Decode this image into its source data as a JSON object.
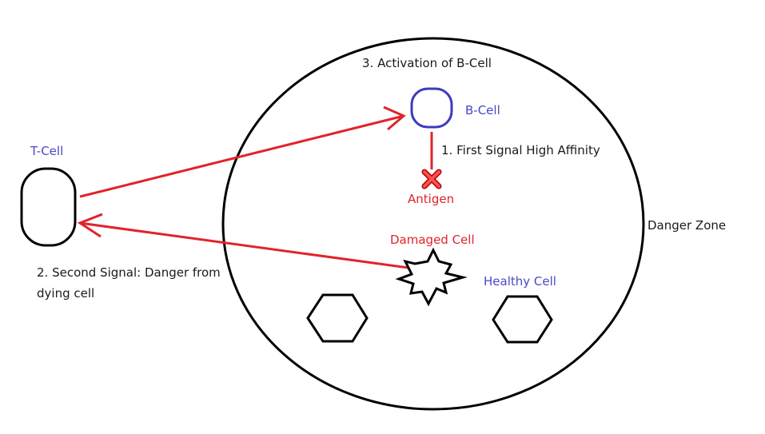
{
  "labels": {
    "activation": "3. Activation of B-Cell",
    "b_cell": "B-Cell",
    "first_signal": "1. First Signal High Affinity",
    "antigen": "Antigen",
    "t_cell": "T-Cell",
    "danger_zone": "Danger Zone",
    "damaged_cell": "Damaged Cell",
    "second_signal": "2. Second Signal: Danger from dying cell",
    "healthy_cell": "Healthy Cell"
  },
  "colors": {
    "arrow": "#e0242b",
    "b_cell_outline": "#3b3bbf",
    "outline": "#000000"
  }
}
